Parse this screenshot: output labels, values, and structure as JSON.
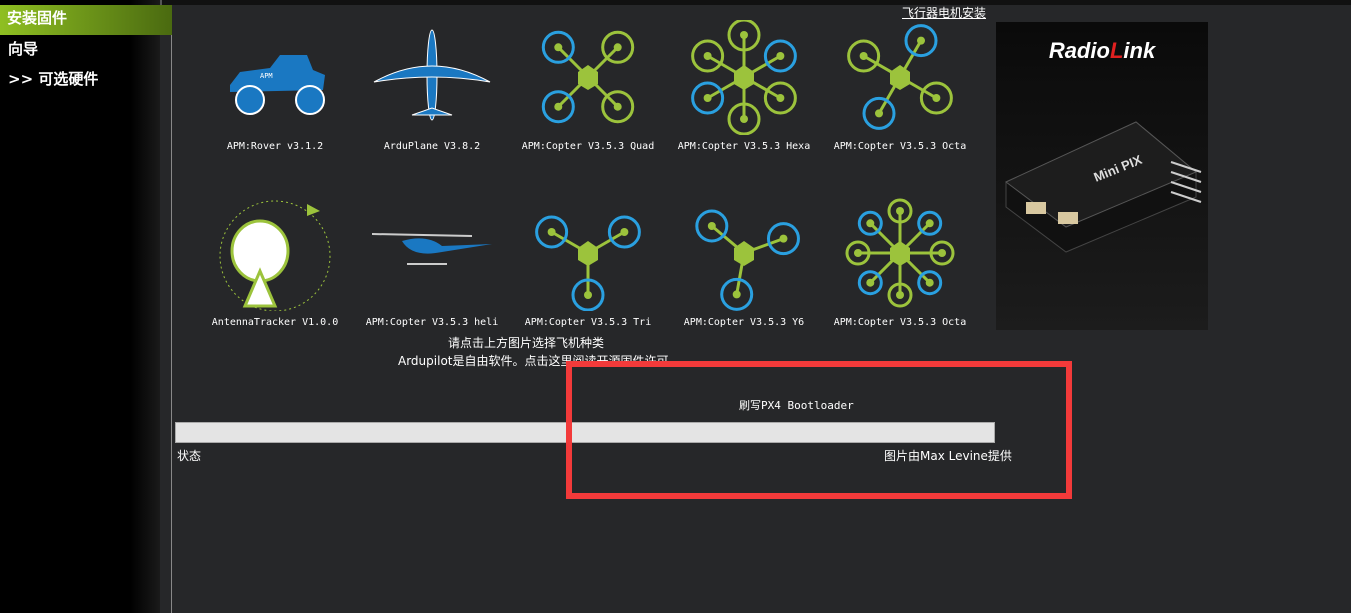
{
  "sidebar": {
    "items": [
      {
        "label": "安装固件"
      },
      {
        "label": "向导"
      },
      {
        "label": ">> 可选硬件"
      }
    ]
  },
  "header": {
    "motor_link": "飞行器电机安装"
  },
  "vehicles": [
    {
      "label": "APM:Rover v3.1.2",
      "icon": "rover-icon"
    },
    {
      "label": "ArduPlane V3.8.2",
      "icon": "plane-icon"
    },
    {
      "label": "APM:Copter V3.5.3 Quad",
      "icon": "quad-icon"
    },
    {
      "label": "APM:Copter V3.5.3 Hexa",
      "icon": "hexa-icon"
    },
    {
      "label": "APM:Copter V3.5.3 Octa",
      "icon": "octa-quad-icon"
    },
    {
      "label": "AntennaTracker V1.0.0",
      "icon": "antenna-icon"
    },
    {
      "label": "APM:Copter V3.5.3 heli",
      "icon": "heli-icon"
    },
    {
      "label": "APM:Copter V3.5.3 Tri",
      "icon": "tri-icon"
    },
    {
      "label": "APM:Copter V3.5.3 Y6",
      "icon": "y6-icon"
    },
    {
      "label": "APM:Copter V3.5.3 Octa",
      "icon": "octa-icon"
    }
  ],
  "instructions": "请点击上方图片选择飞机种类",
  "license": "Ardupilot是自由软件。点击这里阅读开源固件许可",
  "bootloader_button": "刷写PX4 Bootloader",
  "status_label": "状态",
  "credit": "图片由Max Levine提供",
  "brand": {
    "logo": "RadioLink",
    "product": "Mini PIX"
  },
  "progress": 0
}
